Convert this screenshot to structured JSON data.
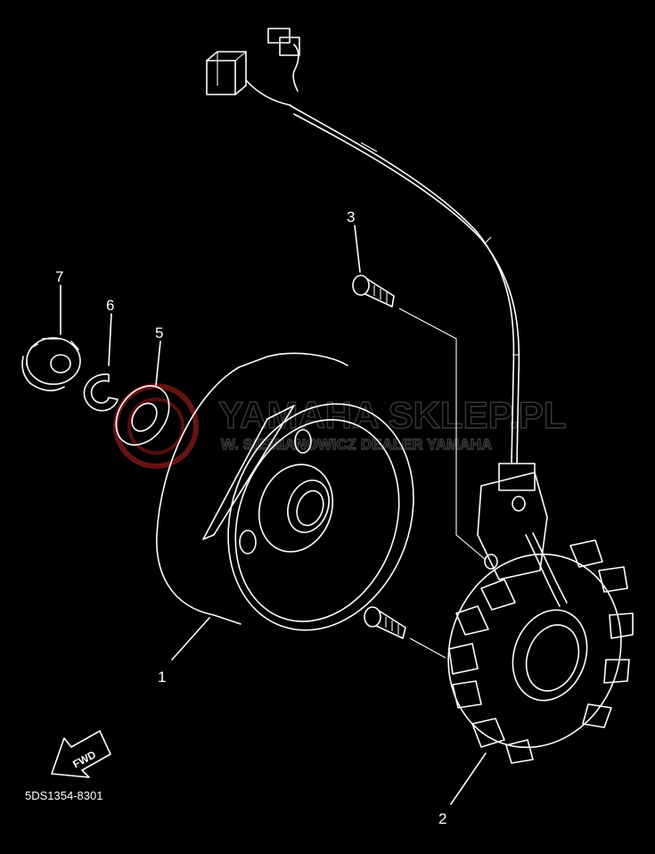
{
  "diagram": {
    "part_code": "5DS1354-8301",
    "fwd_label": "FWD",
    "watermark": {
      "line1": "YAMAHA SKLEP.PL",
      "line2": "W. SIEMIANOWICZ DEALER YAMAHA"
    },
    "callouts": [
      {
        "id": "1"
      },
      {
        "id": "2"
      },
      {
        "id": "3"
      },
      {
        "id": "5"
      },
      {
        "id": "6"
      },
      {
        "id": "7"
      }
    ],
    "colors": {
      "background": "#000000",
      "line": "#ffffff",
      "watermark_seal": "#8a1a1a",
      "watermark_text": "#3a3a3a"
    }
  }
}
